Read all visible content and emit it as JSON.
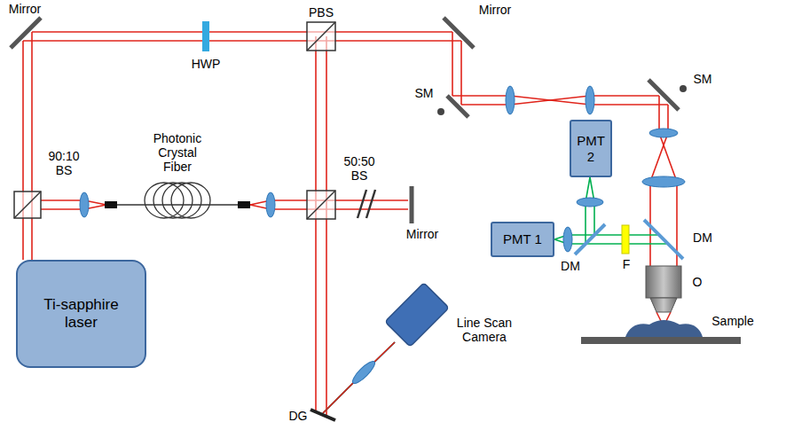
{
  "diagram": {
    "nodes": [
      {
        "text": [
          "Ti-sapphire laser"
        ]
      },
      {
        "text": [
          "PMT 2"
        ]
      },
      {
        "text": [
          "PMT 1"
        ]
      }
    ],
    "labels": [
      "Mirror",
      "HWP",
      "PBS",
      "Mirror",
      "90:10 BS",
      "Photonic Crystal Fiber",
      "50:50 BS",
      "Mirror",
      "SM",
      "SM",
      "DM",
      "F",
      "DM",
      "O",
      "Sample",
      "Line Scan Camera",
      "DG"
    ]
  }
}
